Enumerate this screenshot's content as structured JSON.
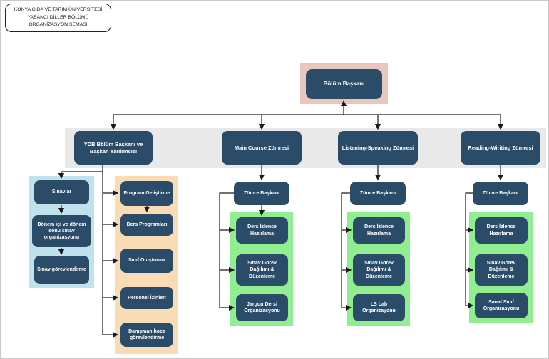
{
  "title": {
    "lines": [
      "KONYA GIDA VE TARIM ÜNİVERSİTESİ",
      "YABANCI DİLLER BÖLÜMÜ",
      "ORGANİZASYON ŞEMASI"
    ]
  },
  "root": {
    "label": "Bölüm Başkanı"
  },
  "departments": [
    {
      "id": "ydb",
      "label": "YDB Bölüm Başkanı ve Başkan Yardımcısı"
    },
    {
      "id": "main-course",
      "label": "Main Course Zümresi"
    },
    {
      "id": "listening-speaking",
      "label": "Listening-Speaking Zümresi"
    },
    {
      "id": "reading-writing",
      "label": "Reading-Wiriting Zümresi"
    }
  ],
  "ydb": {
    "exam_track": [
      "Sınavlar",
      "Dönem içi ve dönem sonu sınav organizasyonu",
      "Sınav görevlendirme"
    ],
    "admin_track": [
      "Program Geliştirme",
      "Ders Programları",
      "Sınıf Oluşturma",
      "Personel İzinleri",
      "Danışman hoca görevlendirme"
    ]
  },
  "zumre": {
    "leader_label": "Zümre Başkanı"
  },
  "tasks": {
    "main_course": [
      "Ders İzlence Hazırlama",
      "Sınav Görev Dağılımı & Düzenleme",
      "Jargon Dersi Organizasyonu"
    ],
    "listening_speaking": [
      "Ders İzlence Hazırlama",
      "Sınav Görev Dağılımı & Düzenleme",
      "LS Lab Organizayonu"
    ],
    "reading_writing": [
      "Ders İzlence Hazırlama",
      "Sınav Görev Dağılımı & Düzenleme",
      "Sanal Sınıf Organizasyonu"
    ]
  },
  "colors": {
    "node": "#2b4c68",
    "root_panel": "#e9c6bd",
    "band": "#e9e9e9",
    "exams_panel": "#bfe2ec",
    "admin_panel": "#f9dcb6",
    "tasks_panel": "#90ee90",
    "line": "#1a1a1a"
  }
}
